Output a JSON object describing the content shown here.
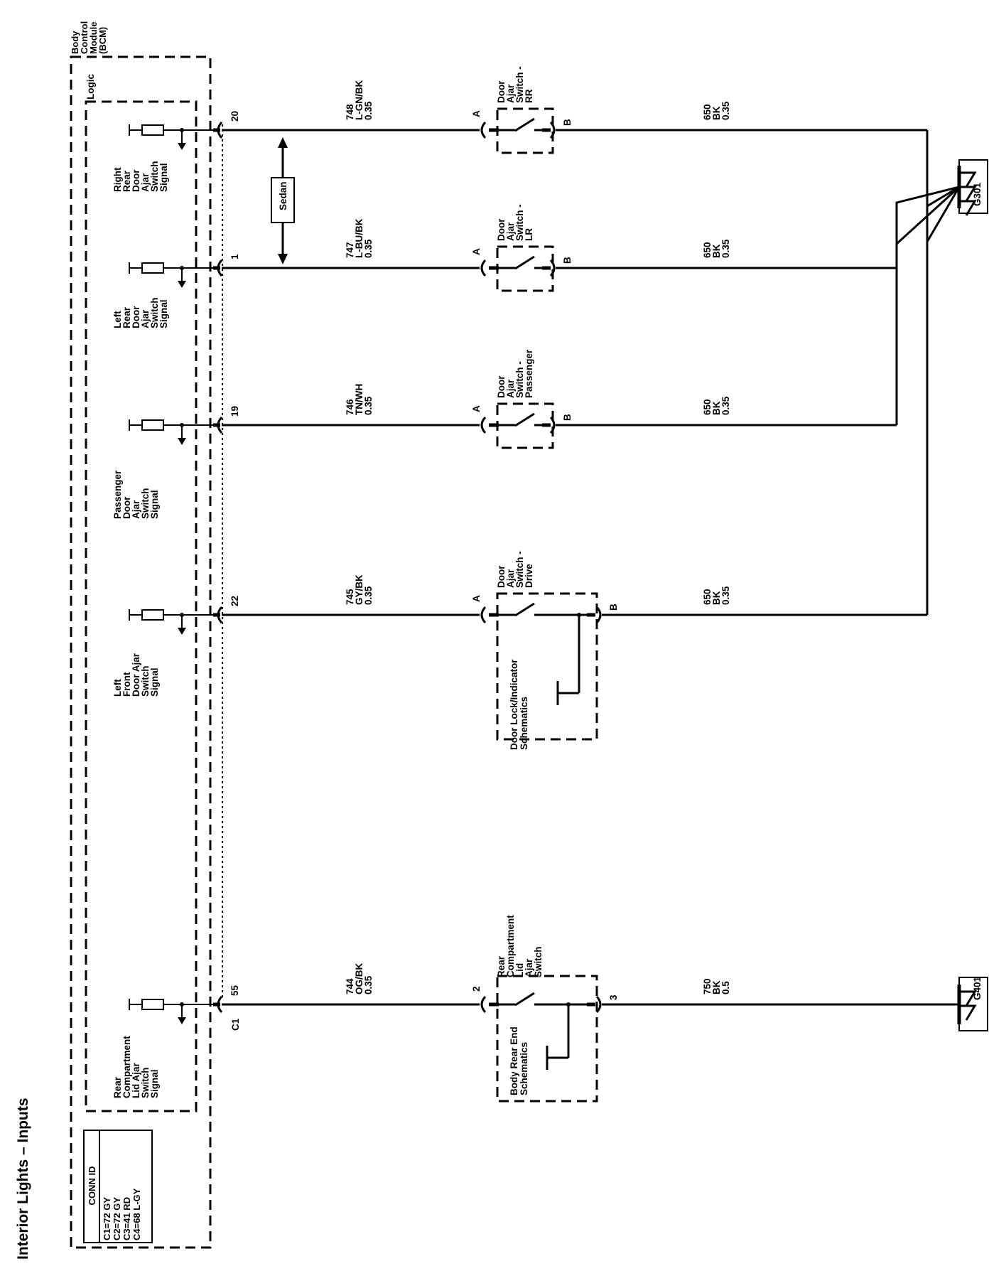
{
  "title": "Interior Lights – Inputs",
  "module": {
    "name_lines": [
      "Body",
      "Control",
      "Module",
      "(BCM)"
    ],
    "logic_label": "Logic",
    "connector_label": "C1"
  },
  "conn_id": {
    "header": "CONN ID",
    "lines": [
      "C1=72 GY",
      "C2=72 GY",
      "C3=41 RD",
      "C4=68 L-GY"
    ]
  },
  "sedan_label": "Sedan",
  "circuits": [
    {
      "signal_lines": [
        "Right",
        "Rear",
        "Door",
        "Ajar",
        "Switch",
        "Signal"
      ],
      "pin": "20",
      "wire_circuit": "748",
      "wire_color": "L-GN/BK",
      "wire_gauge": "0.35",
      "switch_lines": [
        "Door",
        "Ajar",
        "Switch -",
        "RR"
      ],
      "in_pin": "A",
      "out_pin": "B",
      "ground_circuit": "650",
      "ground_color": "BK",
      "ground_gauge": "0.35"
    },
    {
      "signal_lines": [
        "Left",
        "Rear",
        "Door",
        "Ajar",
        "Switch",
        "Signal"
      ],
      "pin": "1",
      "wire_circuit": "747",
      "wire_color": "L-BU/BK",
      "wire_gauge": "0.35",
      "switch_lines": [
        "Door",
        "Ajar",
        "Switch -",
        "LR"
      ],
      "in_pin": "A",
      "out_pin": "B",
      "ground_circuit": "650",
      "ground_color": "BK",
      "ground_gauge": "0.35"
    },
    {
      "signal_lines": [
        "Passenger",
        "Door",
        "Ajar",
        "Switch",
        "Signal"
      ],
      "pin": "19",
      "wire_circuit": "746",
      "wire_color": "TN/WH",
      "wire_gauge": "0.35",
      "switch_lines": [
        "Door",
        "Ajar",
        "Switch -",
        "Passenger"
      ],
      "in_pin": "A",
      "out_pin": "B",
      "ground_circuit": "650",
      "ground_color": "BK",
      "ground_gauge": "0.35"
    },
    {
      "signal_lines": [
        "Left",
        "Front",
        "Door Ajar",
        "Switch",
        "Signal"
      ],
      "pin": "22",
      "wire_circuit": "745",
      "wire_color": "GY/BK",
      "wire_gauge": "0.35",
      "switch_lines": [
        "Door",
        "Ajar",
        "Switch -",
        "Drive"
      ],
      "in_pin": "A",
      "out_pin": "B",
      "ground_circuit": "650",
      "ground_color": "BK",
      "ground_gauge": "0.35",
      "ref_lines": [
        "Door Lock/Indicator",
        "Schematics"
      ]
    },
    {
      "signal_lines": [
        "Rear",
        "Compartment",
        "Lid Ajar",
        "Switch",
        "Signal"
      ],
      "pin": "55",
      "wire_circuit": "744",
      "wire_color": "OG/BK",
      "wire_gauge": "0.35",
      "switch_lines": [
        "Rear",
        "Compartment",
        "Lid",
        "Ajar",
        "Switch"
      ],
      "in_pin": "2",
      "out_pin": "3",
      "ground_circuit": "750",
      "ground_color": "BK",
      "ground_gauge": "0.5",
      "ref_lines": [
        "Body Rear End",
        "Schematics"
      ]
    }
  ],
  "grounds": [
    "G301",
    "G401"
  ]
}
